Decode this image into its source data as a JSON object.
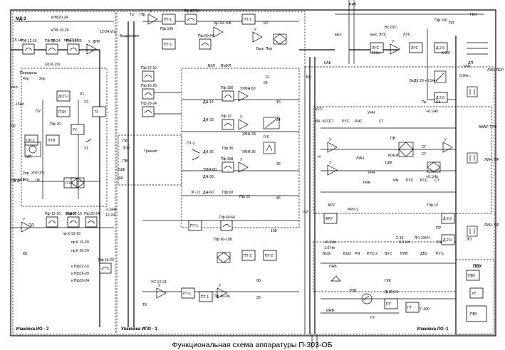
{
  "caption": "Функциональная схема аппаратуры П-303-ОБ",
  "sections": {
    "md3": "МД-3",
    "io3": "Упаковка ИО - 3",
    "ipo3": "Упаковка ИПО - 3",
    "lo1": "Упаковка ЛО -1",
    "pvu": "ПВУ"
  },
  "amplifiers": [
    "У",
    "У",
    "У",
    "У",
    "У",
    "У",
    "У",
    "У",
    "У",
    "У",
    "У",
    "У",
    "У",
    "У"
  ],
  "filters": [
    {
      "text": "ПФ 12-16"
    },
    {
      "text": "ПФ 20-24"
    },
    {
      "text": "ПФ 16-20"
    },
    {
      "text": "Пф 12-16"
    },
    {
      "text": "Пф 12-16"
    },
    {
      "text": "Пф 20-24"
    },
    {
      "text": "Пф 16-20"
    },
    {
      "text": "Пф 60-64"
    },
    {
      "text": "Пф 60-64"
    },
    {
      "text": "Пф 60-64"
    },
    {
      "text": "Пф 100"
    },
    {
      "text": "Пф 108"
    },
    {
      "text": "Пф 12"
    },
    {
      "text": "Пф 12-16"
    },
    {
      "text": "Пф 16-20"
    },
    {
      "text": "Пф 20-24"
    }
  ],
  "blocks": [
    {
      "text": "ДСП-1"
    },
    {
      "text": "ПТИ"
    },
    {
      "text": "ТУ"
    },
    {
      "text": "ТУ"
    },
    {
      "text": "ПТИ"
    },
    {
      "text": "СП-1"
    },
    {
      "text": "ПТИ"
    },
    {
      "text": "Д-2.0"
    },
    {
      "text": "ПТ-1"
    },
    {
      "text": "ПТ-1"
    },
    {
      "text": "ПТ-2"
    },
    {
      "text": "ПТ-2"
    },
    {
      "text": "АРУ"
    },
    {
      "text": "ПТ-1"
    },
    {
      "text": "ПТ-2"
    },
    {
      "text": "ПТ-1"
    },
    {
      "text": "ПТ-1"
    },
    {
      "text": "ЛУС"
    },
    {
      "text": "ПУ"
    },
    {
      "text": "ЛУС"
    },
    {
      "text": "Д-2.0"
    },
    {
      "text": "Д-2.0"
    },
    {
      "text": "Д-2.0"
    },
    {
      "text": "ПВУ"
    },
    {
      "text": "ГТ"
    },
    {
      "text": "УУ"
    },
    {
      "text": "ПВУ"
    }
  ],
  "signals": [
    {
      "text": "кПФ20-24"
    },
    {
      "text": "кПФ 16-20"
    },
    {
      "text": "пр."
    },
    {
      "text": "пф12-16"
    },
    {
      "text": "12(16,20)"
    },
    {
      "text": "12-24 кГц"
    },
    {
      "text": "ДПР"
    },
    {
      "text": "15 Нп"
    },
    {
      "text": "Передача"
    },
    {
      "text": "4пр"
    },
    {
      "text": "2пр"
    },
    {
      "text": "пер."
    },
    {
      "text": "-15Нп"
    },
    {
      "text": "пр."
    },
    {
      "text": "ПР ЗПР"
    },
    {
      "text": "У1"
    },
    {
      "text": "У2"
    },
    {
      "text": "Р1"
    },
    {
      "text": "ПУ"
    },
    {
      "text": "МП"
    },
    {
      "text": "2пр"
    },
    {
      "text": "2пр (пт)"
    },
    {
      "text": "Выделение"
    },
    {
      "text": "ЗПР"
    },
    {
      "text": "Транзит"
    },
    {
      "text": "ПР"
    },
    {
      "text": "ПВ"
    },
    {
      "text": "ПТ-2"
    },
    {
      "text": "ЗГ-12"
    },
    {
      "text": "ДН-12"
    },
    {
      "text": "ДН-33"
    },
    {
      "text": "ДН-36"
    },
    {
      "text": "Пф 36"
    },
    {
      "text": "ДН-30"
    },
    {
      "text": "УМН-33"
    },
    {
      "text": "УМН-36"
    },
    {
      "text": "ДН-60"
    },
    {
      "text": "Пф 60"
    },
    {
      "text": "УМН 60"
    },
    {
      "text": "УМН-60"
    },
    {
      "text": "КК"
    },
    {
      "text": "пр.К 12-16"
    },
    {
      "text": "пр.К 16-20"
    },
    {
      "text": "пр.К 20-24"
    },
    {
      "text": "-1,6Нп"
    },
    {
      "text": "12-24"
    },
    {
      "text": "к Пф12-16"
    },
    {
      "text": "к Пф16-20"
    },
    {
      "text": "к Пф20-24"
    },
    {
      "text": "УС 12-24"
    },
    {
      "text": "УС 60-108"
    },
    {
      "text": "Пф 60-96"
    },
    {
      "text": "Пф 60-108"
    },
    {
      "text": "Вых. Пер"
    },
    {
      "text": "Пф 100"
    },
    {
      "text": "КАБ"
    },
    {
      "text": "РРЛ"
    },
    {
      "text": "вых. ЛУС"
    },
    {
      "text": "вых."
    },
    {
      "text": "-15Нп"
    },
    {
      "text": "ПЛ"
    },
    {
      "text": "ГЕН"
    },
    {
      "text": "Пф 100"
    },
    {
      "text": "ЛИН ПЕР"
    },
    {
      "text": "ЛИН. ПР"
    },
    {
      "text": "АВАР ТЛФ"
    },
    {
      "text": "ВхДК 20 +0.1Нп"
    },
    {
      "text": "ТЛФ"
    },
    {
      "text": "0.0Нп"
    },
    {
      "text": "+0.1Нп"
    },
    {
      "text": "+0.1Нп"
    },
    {
      "text": "Пр"
    },
    {
      "text": "Ск"
    },
    {
      "text": "ДП"
    },
    {
      "text": "ЛП"
    },
    {
      "text": "КСС"
    },
    {
      "text": "СТ"
    },
    {
      "text": "РУС"
    },
    {
      "text": "РНС"
    },
    {
      "text": "СТ"
    },
    {
      "text": "УНЧ"
    },
    {
      "text": "ИН"
    },
    {
      "text": "РУС"
    },
    {
      "text": "РСС"
    },
    {
      "text": "СТ"
    },
    {
      "text": "ВХ. КСС"
    },
    {
      "text": "СГ"
    },
    {
      "text": "ВКЛ"
    },
    {
      "text": "ВЫКЛ"
    },
    {
      "text": "АРУ"
    },
    {
      "text": "РРУ-1"
    },
    {
      "text": "ВХ"
    },
    {
      "text": "ПР"
    },
    {
      "text": "ВЫХ"
    },
    {
      "text": "ГНН"
    },
    {
      "text": "ПАВ"
    },
    {
      "text": "ВЫХ"
    },
    {
      "text": "РН"
    },
    {
      "text": "РУС-2"
    },
    {
      "text": "ВУС"
    },
    {
      "text": "ПЛВ"
    },
    {
      "text": "ДВ2"
    },
    {
      "text": "РУ-1"
    },
    {
      "text": "ГКК"
    },
    {
      "text": "ИНВ"
    },
    {
      "text": "УПВ"
    },
    {
      "text": "ДНД 0.5"
    },
    {
      "text": "ГУ"
    },
    {
      "text": "Г-400"
    },
    {
      "text": "2-10"
    },
    {
      "text": "ЛЧ-10НЧ"
    },
    {
      "text": "1.0 Нп"
    },
    {
      "text": "0.0 Нп"
    },
    {
      "text": "+0.1Нп"
    },
    {
      "text": "К-2.0"
    },
    {
      "text": "Пф 12"
    },
    {
      "text": "КОЕФ"
    },
    {
      "text": "УНЧ"
    },
    {
      "text": "ПР"
    },
    {
      "text": "РИ"
    },
    {
      "text": "ЛИН. ПР"
    },
    {
      "text": "ЛУС"
    },
    {
      "text": "Вх.ЛУС"
    },
    {
      "text": "ПВ"
    },
    {
      "text": "СГ"
    },
    {
      "text": "Н"
    },
    {
      "text": "ЛИН"
    },
    {
      "text": "ЗПР"
    },
    {
      "text": "4пр"
    },
    {
      "text": "пр"
    },
    {
      "text": "ПД"
    },
    {
      "text": "Пф 20"
    },
    {
      "text": "Пф 12"
    },
    {
      "text": "64"
    },
    {
      "text": "60"
    },
    {
      "text": "96"
    },
    {
      "text": "108"
    },
    {
      "text": "68"
    },
    {
      "text": "20"
    },
    {
      "text": "12"
    },
    {
      "text": "16"
    },
    {
      "text": "24"
    },
    {
      "text": "36"
    },
    {
      "text": "0-6"
    },
    {
      "text": "1ШК"
    },
    {
      "text": "2ШК"
    },
    {
      "text": "ШК"
    },
    {
      "text": "ТЕ"
    },
    {
      "text": "Тр"
    },
    {
      "text": "Пф"
    },
    {
      "text": "ВЫКЛ"
    }
  ]
}
